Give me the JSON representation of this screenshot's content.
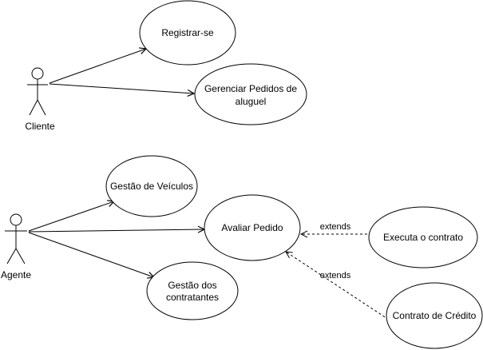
{
  "actors": {
    "cliente": {
      "label": "Cliente"
    },
    "agente": {
      "label": "Agente"
    }
  },
  "use_cases": {
    "registrar": {
      "lines": [
        "Registrar-se"
      ]
    },
    "gerenciar": {
      "lines": [
        "Gerenciar Pedidos de",
        "aluguel"
      ]
    },
    "gestao_veiculos": {
      "lines": [
        "Gestão de Veículos"
      ]
    },
    "avaliar": {
      "lines": [
        "Avaliar Pedido"
      ]
    },
    "gestao_contratantes": {
      "lines": [
        "Gestão dos",
        "contratantes"
      ]
    },
    "executa": {
      "lines": [
        "Executa o contrato"
      ]
    },
    "contrato_credito": {
      "lines": [
        "Contrato de Crédito"
      ]
    }
  },
  "relations": {
    "extends_executa": {
      "label": "extends"
    },
    "extends_credito": {
      "label": "extends"
    }
  },
  "colors": {
    "stroke": "#000000",
    "background": "#ffffff"
  }
}
